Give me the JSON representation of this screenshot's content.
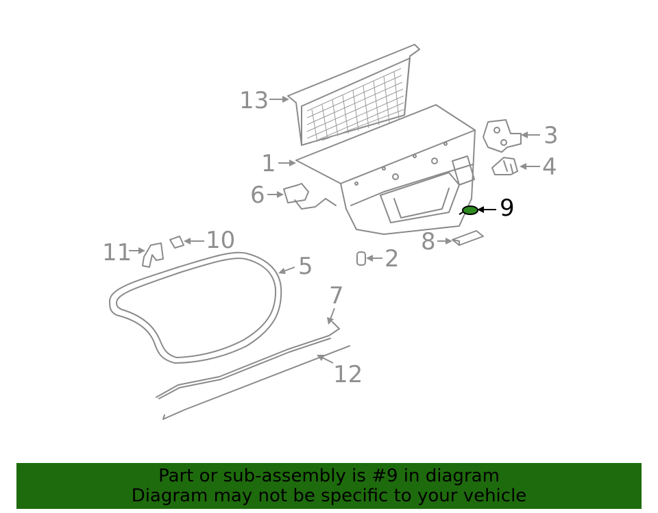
{
  "callouts": [
    {
      "id": "1",
      "label": "1"
    },
    {
      "id": "2",
      "label": "2"
    },
    {
      "id": "3",
      "label": "3"
    },
    {
      "id": "4",
      "label": "4"
    },
    {
      "id": "5",
      "label": "5"
    },
    {
      "id": "6",
      "label": "6"
    },
    {
      "id": "7",
      "label": "7"
    },
    {
      "id": "8",
      "label": "8"
    },
    {
      "id": "9",
      "label": "9"
    },
    {
      "id": "10",
      "label": "10"
    },
    {
      "id": "11",
      "label": "11"
    },
    {
      "id": "12",
      "label": "12"
    },
    {
      "id": "13",
      "label": "13"
    }
  ],
  "highlighted_part": "9",
  "colors": {
    "banner_background": "#1e6b0d",
    "highlight_part_fill": "#2e8a1f",
    "line_gray": "#8a8a8a",
    "highlight_text": "#000000"
  },
  "banner": {
    "line1": "Part or sub-assembly is #9 in diagram",
    "line2": "Diagram may not be specific to your vehicle"
  }
}
